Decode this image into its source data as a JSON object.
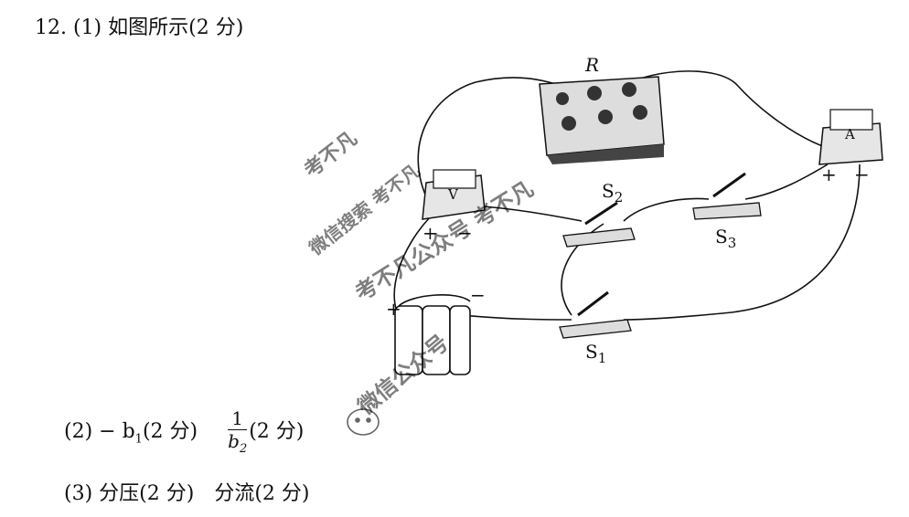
{
  "question": {
    "title": "12. (1) 如图所示(2 分)",
    "part2_prefix": "(2) − b",
    "part2_sub": "1",
    "part2_score": "(2 分)",
    "frac_num": "1",
    "frac_den": "b",
    "frac_den_sub": "2",
    "frac_score": "(2 分)",
    "part3_a": "(3) 分压(2 分)",
    "part3_b": "分流(2 分)"
  },
  "figure": {
    "resistor_label": "R",
    "voltmeter_label": "V",
    "ammeter_label": "A",
    "s1": "S",
    "s1_sub": "1",
    "s2": "S",
    "s2_sub": "2",
    "s3": "S",
    "s3_sub": "3",
    "plus": "+",
    "minus": "−"
  },
  "watermark": {
    "w1": "考不凡",
    "w2": "微信搜索 考不凡",
    "w3": "考不凡公众号 考不凡",
    "w4": "微信公众号"
  }
}
